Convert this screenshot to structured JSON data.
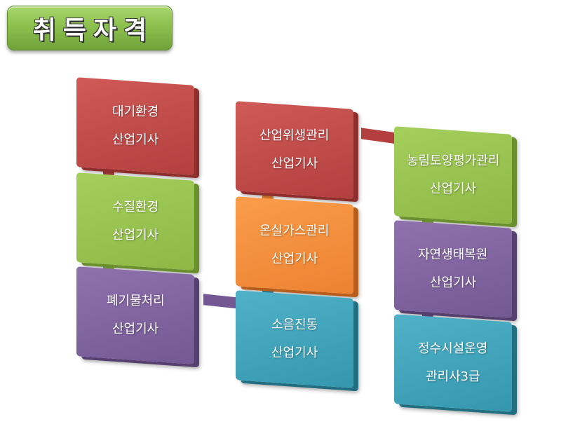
{
  "title": "취득자격",
  "boxes": [
    {
      "id": "daegi",
      "line1": "대기환경",
      "line2": "산업기사",
      "color": "#c0504d"
    },
    {
      "id": "sujil",
      "line1": "수질환경",
      "line2": "산업기사",
      "color": "#9bbb59"
    },
    {
      "id": "pyegi",
      "line1": "폐기물처리",
      "line2": "산업기사",
      "color": "#8064a2"
    },
    {
      "id": "saneop",
      "line1": "산업위생관리",
      "line2": "산업기사",
      "color": "#c0504d"
    },
    {
      "id": "onsil",
      "line1": "온실가스관리",
      "line2": "산업기사",
      "color": "#f79646"
    },
    {
      "id": "soeum",
      "line1": "소음진동",
      "line2": "산업기사",
      "color": "#4bacc6"
    },
    {
      "id": "nongrim",
      "line1": "농림토양평가관리",
      "line2": "산업기사",
      "color": "#9bbb59"
    },
    {
      "id": "jayeon",
      "line1": "자연생태복원",
      "line2": "산업기사",
      "color": "#8064a2"
    },
    {
      "id": "jeongsu",
      "line1": "정수시설운영",
      "line2": "관리사3급",
      "color": "#4bacc6"
    }
  ]
}
